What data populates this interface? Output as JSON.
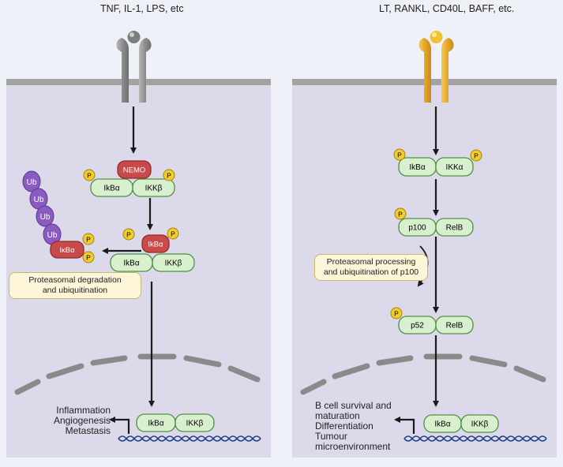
{
  "left": {
    "ligands": "TNF, IL-1, LPS, etc",
    "nemo": "NEMO",
    "phospho": "P",
    "ikba": "IkBα",
    "ikkb": "IKKβ",
    "ub": "Ub",
    "ikba_red": "IκBα",
    "callout": [
      "Proteasomal degradation",
      "and ubiquitination"
    ],
    "outcomes": [
      "Inflammation",
      "Angiogenesis",
      "Metastasis"
    ]
  },
  "right": {
    "ligands": "LT, RANKL, CD40L, BAFF, etc.",
    "phospho": "P",
    "ikba": "IkBα",
    "ikka": "IKKα",
    "p100": "p100",
    "relb": "RelB",
    "p52": "p52",
    "ikkb": "IKKβ",
    "callout": [
      "Proteasomal processing",
      "and ubiquitination of p100"
    ],
    "outcomes": [
      "B cell survival and",
      "maturation",
      "Differentiation",
      "Tumour",
      "microenvironment"
    ]
  },
  "colors": {
    "background": "#eef1f8",
    "cytoplasm": "#dcd9ea",
    "membrane": "#9a9a9a",
    "green_fill": "#d9f0cf",
    "green_stroke": "#4f8f43",
    "red_fill": "#c94a4a",
    "purple_fill": "#8a5cc0",
    "phospho_fill": "#f2cc2c",
    "callout_fill": "#fdf6d8",
    "receptor_left": "#8a8a8a",
    "receptor_right": "#e9a92b",
    "dna": "#1f3f86"
  }
}
